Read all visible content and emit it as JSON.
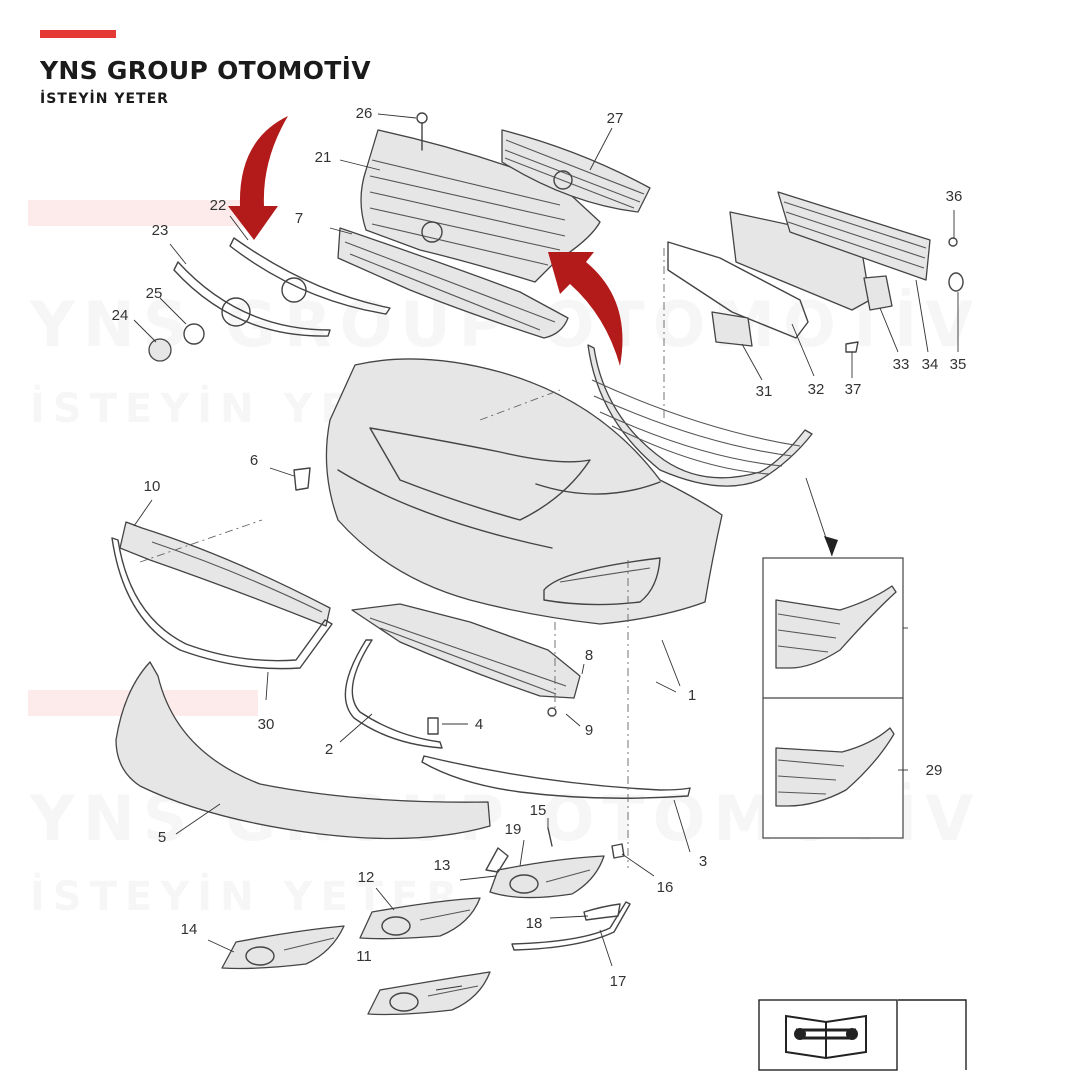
{
  "brand": {
    "title": "YNS GROUP OTOMOTİV",
    "subtitle": "İSTEYİN YETER",
    "accent_color": "#e53935"
  },
  "watermark": {
    "title": "YNS GROUP OTOMOTİV",
    "subtitle": "İSTEYİN YETER"
  },
  "diagram": {
    "callouts": [
      "1",
      "2",
      "3",
      "4",
      "5",
      "6",
      "7",
      "8",
      "9",
      "10",
      "11",
      "12",
      "13",
      "14",
      "15",
      "16",
      "17",
      "18",
      "19",
      "21",
      "22",
      "23",
      "24",
      "25",
      "26",
      "27",
      "29",
      "30",
      "31",
      "32",
      "33",
      "34",
      "35",
      "36",
      "37"
    ],
    "arrow_color": "#b31b1b",
    "line_color": "#444444",
    "icon": "repair-manual-icon"
  }
}
